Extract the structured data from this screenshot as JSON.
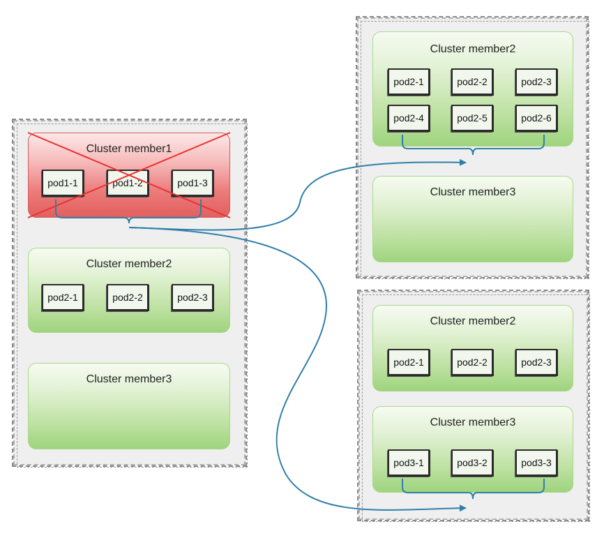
{
  "colors": {
    "arrow": "#2f7fa8",
    "cross": "#e8322f",
    "healthy_member": "#9fd47e",
    "failed_member": "#e25f5f"
  },
  "left_group": {
    "member1": {
      "title": "Cluster member1",
      "status": "failed",
      "pods": [
        "pod1-1",
        "pod1-2",
        "pod1-3"
      ]
    },
    "member2": {
      "title": "Cluster member2",
      "pods": [
        "pod2-1",
        "pod2-2",
        "pod2-3"
      ]
    },
    "member3": {
      "title": "Cluster member3"
    }
  },
  "top_right_group": {
    "member2": {
      "title": "Cluster member2",
      "pods": [
        "pod2-1",
        "pod2-2",
        "pod2-3",
        "pod2-4",
        "pod2-5",
        "pod2-6"
      ]
    },
    "member3": {
      "title": "Cluster member3"
    }
  },
  "bottom_right_group": {
    "member2": {
      "title": "Cluster member2",
      "pods": [
        "pod2-1",
        "pod2-2",
        "pod2-3"
      ]
    },
    "member3": {
      "title": "Cluster member3",
      "pods": [
        "pod3-1",
        "pod3-2",
        "pod3-3"
      ]
    }
  }
}
